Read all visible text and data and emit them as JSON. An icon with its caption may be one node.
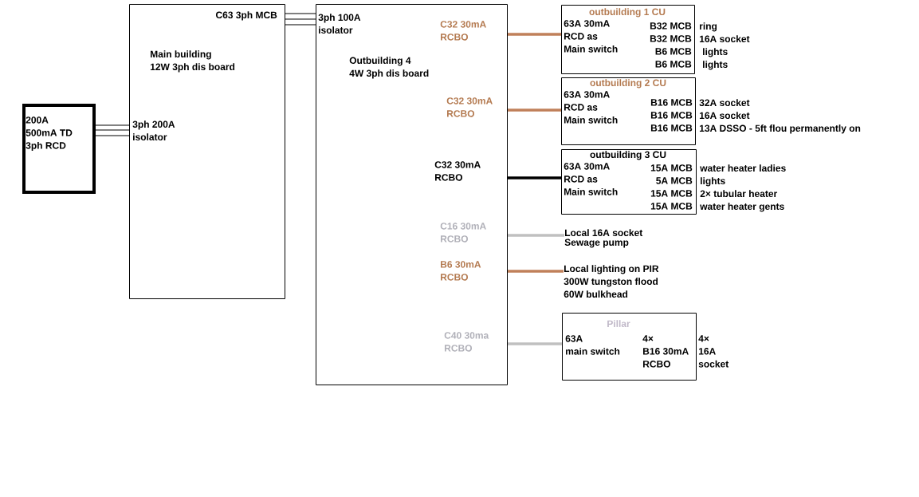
{
  "diagram": {
    "nodes": [
      {
        "text": [
          "200A 500mA TD 3ph RCD"
        ]
      },
      {
        "text": [
          "C63 3ph MCB",
          "Main building 12W 3ph dis board",
          "3ph 200A isolator"
        ]
      },
      {
        "text": [
          "3ph 100A isolator",
          "Outbuilding 4 4W 3ph dis board",
          "C32 30mA RCBO",
          "C32 30mA RCBO",
          "C32 30mA RCBO",
          "C16 30mA RCBO",
          "B6 30mA RCBO",
          "C40 30ma RCBO"
        ]
      },
      {
        "text": [
          "outbuilding 1 CU",
          "63A 30mA RCD as Main switch",
          "B32 MCB",
          "B32 MCB",
          "B6 MCB",
          "B6 MCB"
        ],
        "beside": [
          "ring",
          "16A socket",
          "lights",
          "lights"
        ]
      },
      {
        "text": [
          "outbuilding 2 CU",
          "63A 30mA RCD as Main switch",
          "B16 MCB",
          "B16 MCB",
          "B16 MCB"
        ],
        "beside": [
          "32A socket",
          "16A socket",
          "13A DSSO - 5ft flou permanently on"
        ]
      },
      {
        "text": [
          "outbuilding 3 CU",
          "63A 30mA RCD as Main switch",
          "15A MCB",
          "5A MCB",
          "15A MCB",
          "15A MCB"
        ],
        "beside": [
          "water heater ladies",
          "lights",
          "2× tubular heater",
          "water heater gents"
        ]
      },
      {
        "text": [
          "Local 16A socket Sewage pump"
        ]
      },
      {
        "text": [
          "Local lighting on PIR 300W tungston flood 60W bulkhead"
        ]
      },
      {
        "text": [
          "Pillar",
          "63A main switch",
          "4× B16 30mA RCBO"
        ],
        "beside": [
          "4× 16A socket"
        ]
      }
    ],
    "edges": [
      {
        "from": 0,
        "to": 1,
        "arrow": "none"
      },
      {
        "from": 1,
        "to": 2,
        "arrow": "none"
      },
      {
        "from": 2,
        "to": 3,
        "arrow": "none",
        "color": "#c0805a"
      },
      {
        "from": 2,
        "to": 4,
        "arrow": "none",
        "color": "#c0805a"
      },
      {
        "from": 2,
        "to": 5,
        "arrow": "none"
      },
      {
        "from": 2,
        "to": 6,
        "arrow": "none",
        "color": "#c0c0c0"
      },
      {
        "from": 2,
        "to": 7,
        "arrow": "none",
        "color": "#c0805a"
      },
      {
        "from": 2,
        "to": 8,
        "arrow": "none",
        "color": "#c0c0c0"
      }
    ]
  }
}
